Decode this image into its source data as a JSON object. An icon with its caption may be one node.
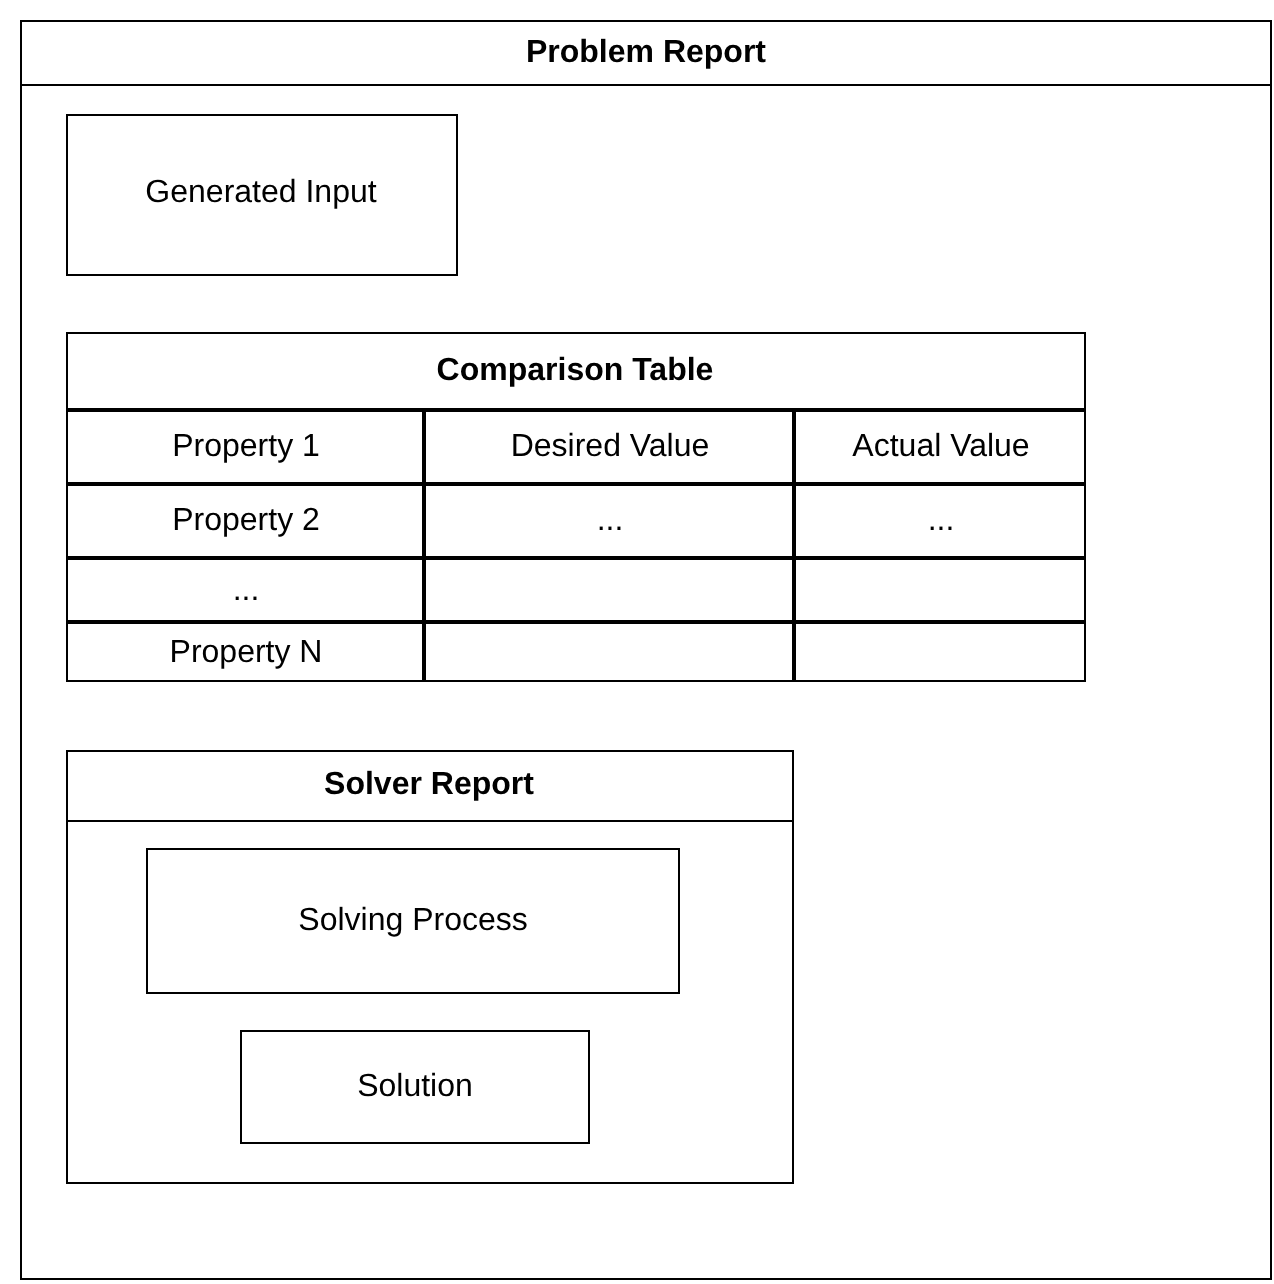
{
  "diagram": {
    "nodes": [
      {
        "text": [
          "Problem Report"
        ]
      },
      {
        "text": [
          "Generated Input"
        ],
        "in": 0
      },
      {
        "text": [
          "Comparison Table"
        ],
        "in": 0
      },
      {
        "text": [
          "Solver Report"
        ],
        "in": 0
      },
      {
        "text": [
          "Solving Process"
        ],
        "in": 3
      },
      {
        "text": [
          "Solution"
        ],
        "in": 3
      }
    ],
    "labels": [
      "Property 1",
      "Desired Value",
      "Actual Value",
      "Property 2",
      "...",
      "...",
      "...",
      "Property N"
    ]
  }
}
